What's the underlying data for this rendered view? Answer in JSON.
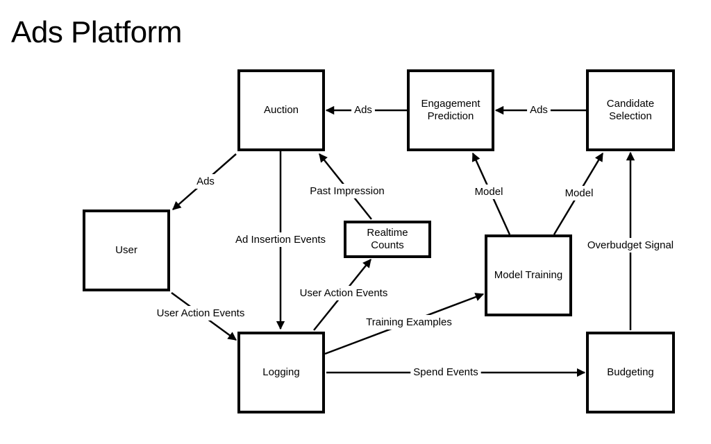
{
  "title": "Ads Platform",
  "nodes": {
    "auction": {
      "lines": [
        "Auction"
      ]
    },
    "engagement": {
      "lines": [
        "Engagement",
        "Prediction"
      ]
    },
    "candidate": {
      "lines": [
        "Candidate",
        "Selection"
      ]
    },
    "user": {
      "lines": [
        "User"
      ]
    },
    "realtime": {
      "lines": [
        "Realtime",
        "Counts"
      ]
    },
    "model_training": {
      "lines": [
        "Model Training"
      ]
    },
    "logging": {
      "lines": [
        "Logging"
      ]
    },
    "budgeting": {
      "lines": [
        "Budgeting"
      ]
    }
  },
  "edges": {
    "candidate_to_engagement": {
      "label": "Ads"
    },
    "engagement_to_auction": {
      "label": "Ads"
    },
    "auction_to_user": {
      "label": "Ads"
    },
    "auction_to_logging": {
      "label": "Ad Insertion Events"
    },
    "realtime_to_auction": {
      "label": "Past Impression"
    },
    "logging_to_realtime": {
      "label": "User Action Events"
    },
    "user_to_logging": {
      "label": "User Action Events"
    },
    "logging_to_training": {
      "label": "Training Examples"
    },
    "training_to_engagement": {
      "label": "Model"
    },
    "training_to_candidate": {
      "label": "Model"
    },
    "logging_to_budgeting": {
      "label": "Spend Events"
    },
    "budgeting_to_candidate": {
      "label": "Overbudget Signal"
    }
  }
}
